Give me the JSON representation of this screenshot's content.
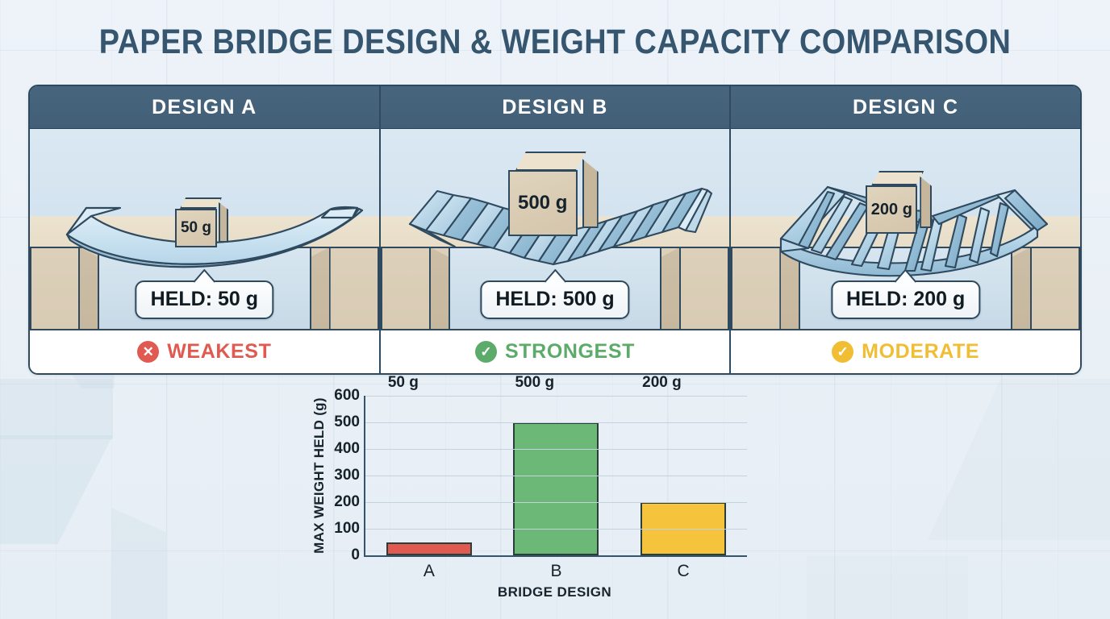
{
  "title": "PAPER BRIDGE DESIGN & WEIGHT CAPACITY COMPARISON",
  "colors": {
    "background": "#eaf1f7",
    "title": "#36556e",
    "header_bar": "#44617a",
    "border": "#2f4a5e",
    "paper": "#bfdcec",
    "support": "#d6c8b0",
    "weak": "#e05a52",
    "strong": "#5cab6b",
    "moderate": "#f0bd33",
    "bar_weak": "#e05a52",
    "bar_strong": "#6cb877",
    "bar_moderate": "#f5c33c"
  },
  "panels": [
    {
      "header": "DESIGN A",
      "weight_box_label": "50 g",
      "callout": "HELD: 50 g",
      "verdict_label": "WEAKEST",
      "verdict_icon": "circle-x-icon",
      "verdict_color": "#e05a52",
      "structure": "flat-sagging-plank"
    },
    {
      "header": "DESIGN B",
      "weight_box_label": "500 g",
      "callout": "HELD: 500 g",
      "verdict_label": "STRONGEST",
      "verdict_icon": "circle-check-icon",
      "verdict_color": "#5cab6b",
      "structure": "accordion-fold"
    },
    {
      "header": "DESIGN C",
      "weight_box_label": "200 g",
      "callout": "HELD: 200 g",
      "verdict_label": "MODERATE",
      "verdict_icon": "circle-check-icon",
      "verdict_color": "#f0bd33",
      "structure": "triangular-truss"
    }
  ],
  "chart_data": {
    "type": "bar",
    "title": "",
    "categories": [
      "A",
      "B",
      "C"
    ],
    "values": [
      50,
      500,
      200
    ],
    "value_labels": [
      "50 g",
      "500 g",
      "200 g"
    ],
    "bar_colors": [
      "#e05a52",
      "#6cb877",
      "#f5c33c"
    ],
    "xlabel": "BRIDGE DESIGN",
    "ylabel": "MAX WEIGHT HELD (g)",
    "ylim": [
      0,
      600
    ],
    "yticks": [
      0,
      100,
      200,
      300,
      400,
      500,
      600
    ],
    "ytick_labels": [
      "0",
      "100",
      "200",
      "300",
      "400",
      "500",
      "600"
    ],
    "grid": true,
    "legend": "none"
  }
}
